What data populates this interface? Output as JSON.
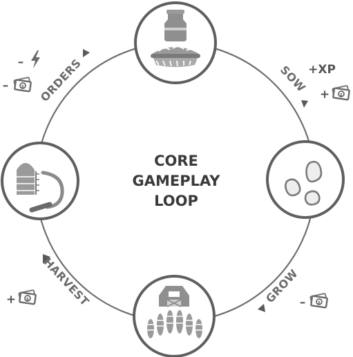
{
  "title": [
    "CORE",
    "GAMEPLAY",
    "LOOP"
  ],
  "colors": {
    "ring": "#6e6e6e",
    "node_stroke": "#5f5f5f",
    "icon": "#8f8f8f",
    "icon_dark": "#6a6a6a",
    "icon_light": "#d2d2d2",
    "text": "#3a3a3a",
    "label": "#6b6b6b"
  },
  "nodes": [
    {
      "id": "orders",
      "icon": "milk-can-and-pie-icon"
    },
    {
      "id": "sow",
      "icon": "seeds-icon"
    },
    {
      "id": "grow",
      "icon": "barn-and-wheat-icon"
    },
    {
      "id": "harvest",
      "icon": "silo-and-sickle-icon"
    }
  ],
  "edges": [
    {
      "id": "orders",
      "label": "ORDERS",
      "modifiers": [
        {
          "sign": "–",
          "icon": "energy-bolt-icon"
        },
        {
          "sign": "–",
          "icon": "money-icon"
        }
      ]
    },
    {
      "id": "sow",
      "label": "SOW",
      "modifiers": [
        {
          "sign": "+XP",
          "icon": ""
        },
        {
          "sign": "+",
          "icon": "money-icon"
        }
      ]
    },
    {
      "id": "grow",
      "label": "GROW",
      "modifiers": [
        {
          "sign": "–",
          "icon": "money-icon"
        }
      ]
    },
    {
      "id": "harvest",
      "label": "HARVEST",
      "modifiers": [
        {
          "sign": "+",
          "icon": "money-icon"
        }
      ]
    }
  ]
}
